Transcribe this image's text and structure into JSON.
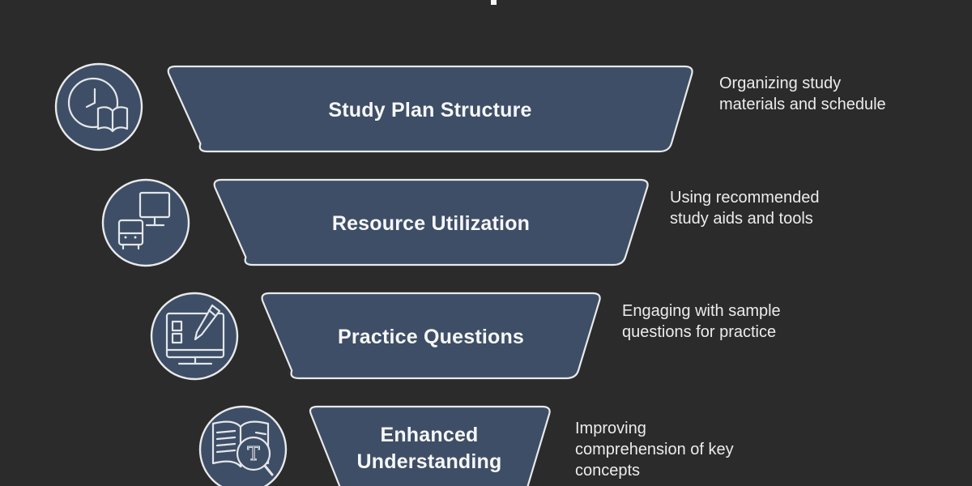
{
  "canvas": {
    "background": "#2b2b2b"
  },
  "palette": {
    "segment_fill": "#3e4e66",
    "segment_stroke": "#e8e9ea",
    "icon_stroke": "#e3e6ea",
    "heading_text": "#f6f7f8",
    "description_text": "#ececec",
    "title_fragment_color": "#f5f5f5"
  },
  "funnel": {
    "type": "funnel-infographic",
    "steps": [
      {
        "label": "Study Plan Structure",
        "description_lines": [
          "Organizing study",
          "materials and schedule"
        ],
        "icon": "clock-book-icon"
      },
      {
        "label": "Resource Utilization",
        "description_lines": [
          "Using recommended",
          "study aids and tools"
        ],
        "icon": "devices-icon"
      },
      {
        "label": "Practice Questions",
        "description_lines": [
          "Engaging with sample",
          "questions for practice"
        ],
        "icon": "quiz-screen-icon"
      },
      {
        "label": "Enhanced Understanding",
        "description_lines": [
          "Improving",
          "comprehension of key",
          "concepts"
        ],
        "icon": "book-magnifier-icon"
      }
    ]
  }
}
